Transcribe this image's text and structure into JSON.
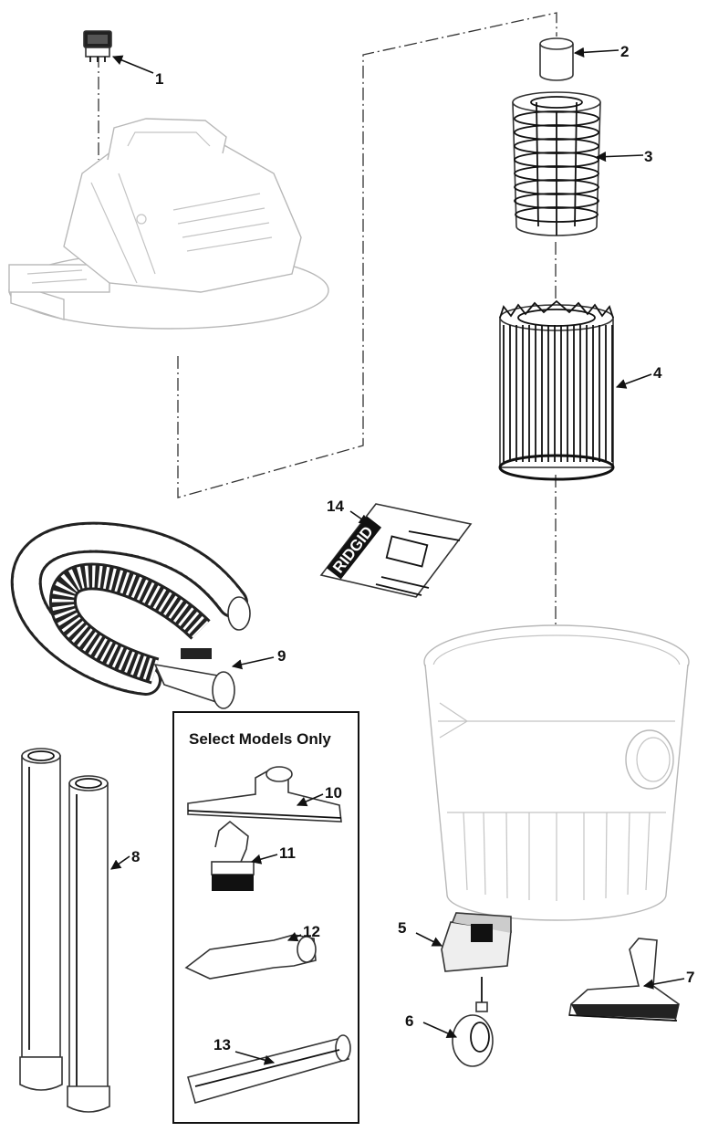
{
  "box_title": "Select Models Only",
  "manual_logo": "RIDGID",
  "callouts": {
    "p1": "1",
    "p2": "2",
    "p3": "3",
    "p4": "4",
    "p5": "5",
    "p6": "6",
    "p7": "7",
    "p8": "8",
    "p9": "9",
    "p10": "10",
    "p11": "11",
    "p12": "12",
    "p13": "13",
    "p14": "14"
  }
}
